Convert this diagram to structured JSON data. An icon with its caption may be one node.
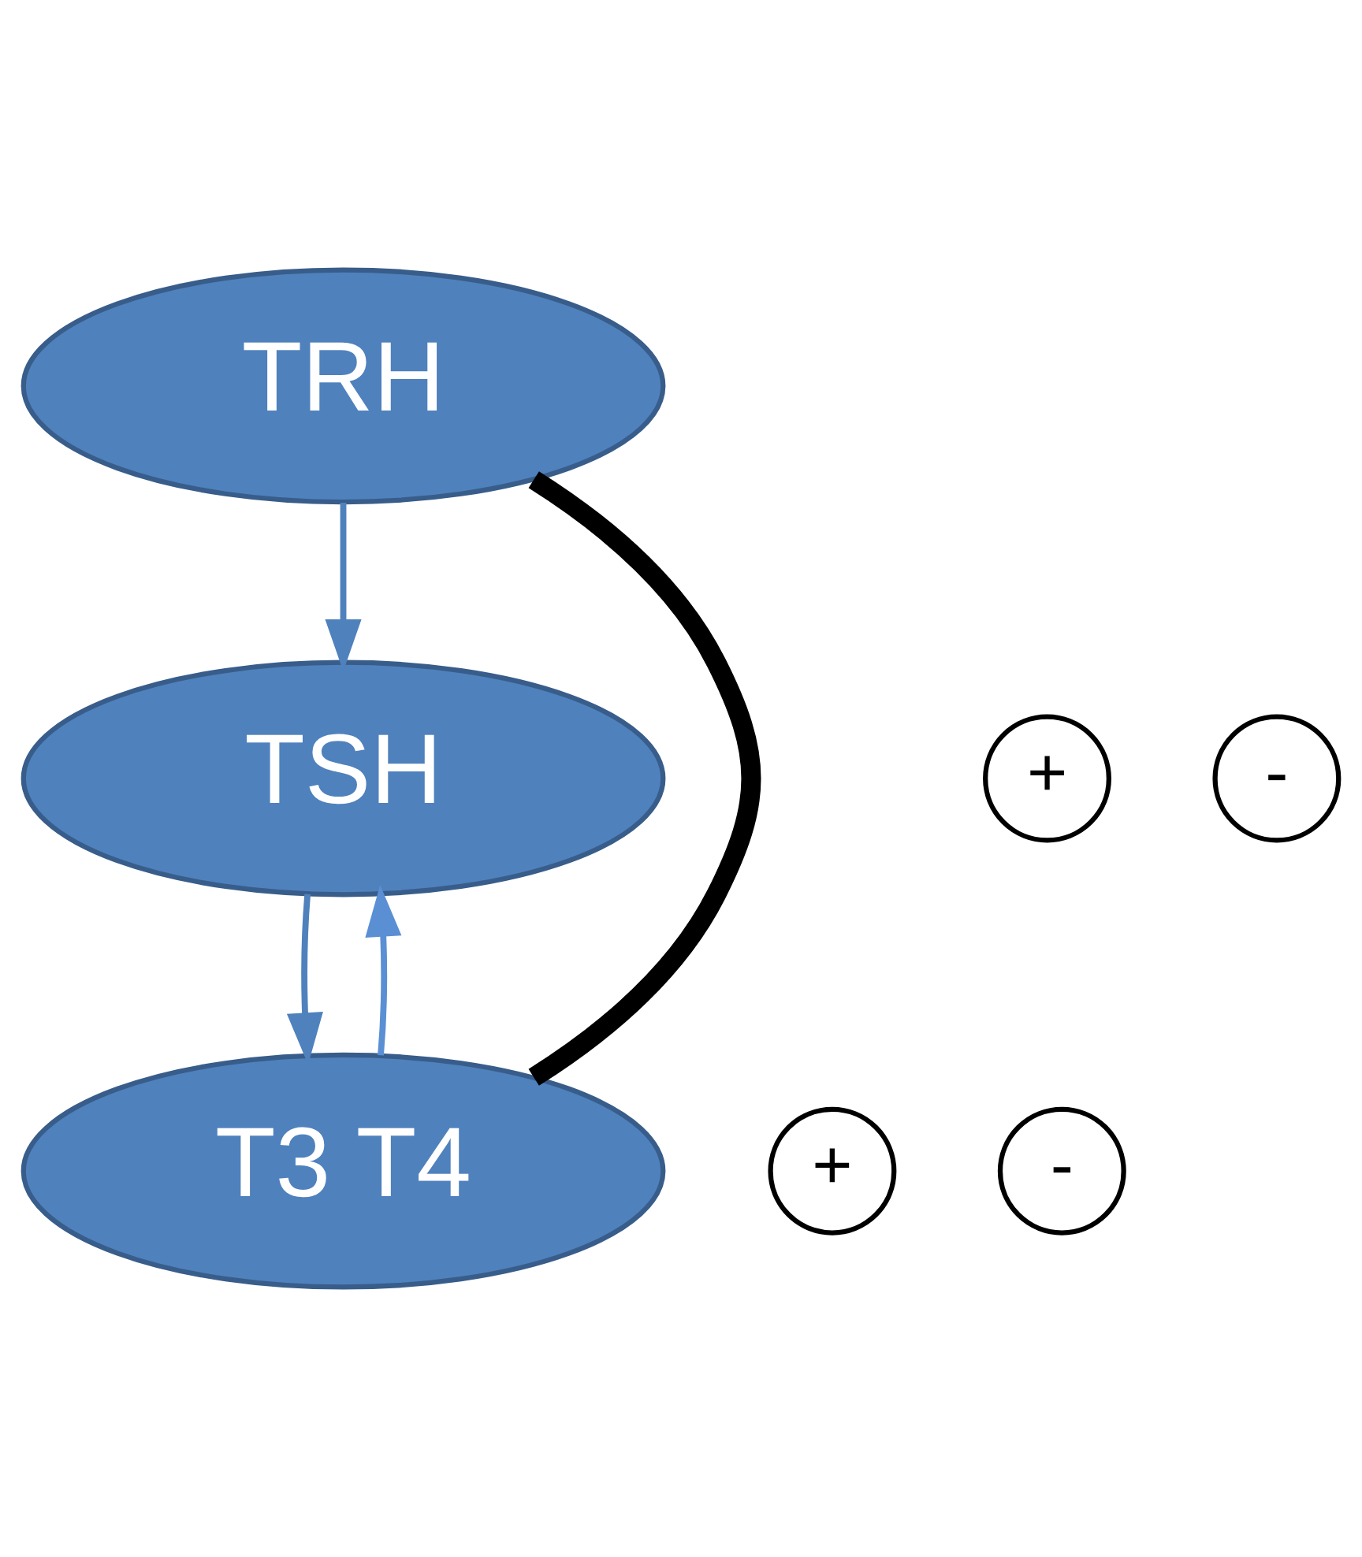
{
  "diagram": {
    "nodes": [
      {
        "text": [
          "TRH"
        ]
      },
      {
        "text": [
          "+"
        ]
      },
      {
        "text": [
          "-"
        ]
      },
      {
        "text": [
          "TSH"
        ]
      },
      {
        "text": [
          "+"
        ]
      },
      {
        "text": [
          "-"
        ]
      },
      {
        "text": [
          "T3 T4"
        ]
      }
    ],
    "edges": [
      {
        "from": 0,
        "to": 3,
        "arrow": "to"
      },
      {
        "from": 3,
        "to": 6,
        "arrow": "to"
      },
      {
        "from": 6,
        "to": 3,
        "arrow": "to",
        "color": "#5b8fd4"
      },
      {
        "from": 0,
        "to": 6,
        "arrow": "none",
        "style": "thick",
        "color": "#000000"
      }
    ]
  }
}
